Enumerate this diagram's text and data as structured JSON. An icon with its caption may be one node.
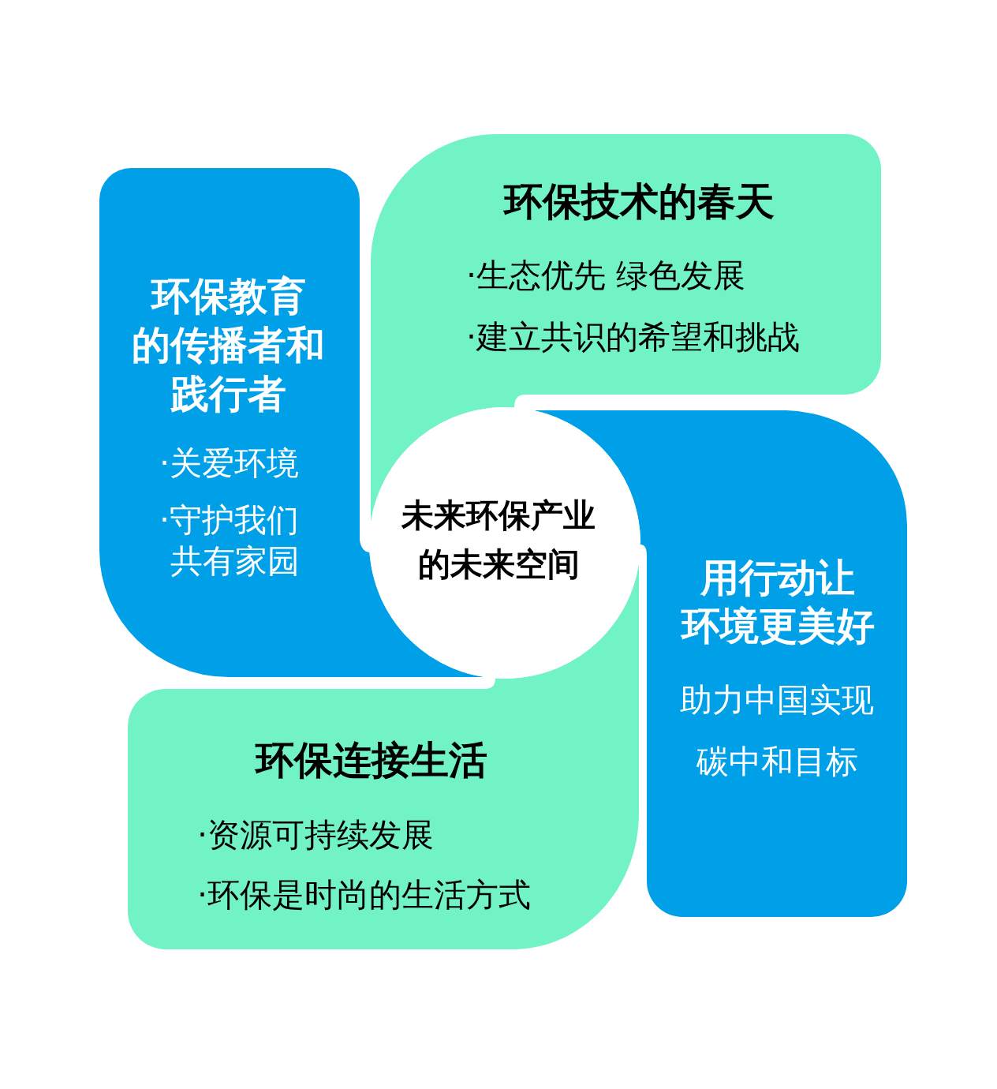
{
  "diagram": {
    "nodes": [
      {
        "text": [
          "环保教育的传播者和践行者",
          "·关爱环境",
          "·守护我们共有家园"
        ]
      },
      {
        "text": [
          "环保技术的春天",
          "·生态优先 绿色发展",
          "·建立共识的希望和挑战"
        ]
      },
      {
        "text": [
          "未来环保产业的未来空间"
        ]
      },
      {
        "text": [
          "用行动让环境更美好",
          "助力中国实现碳中和目标"
        ]
      },
      {
        "text": [
          "环保连接生活",
          "·资源可持续发展",
          "·环保是时尚的生活方式"
        ]
      }
    ]
  }
}
